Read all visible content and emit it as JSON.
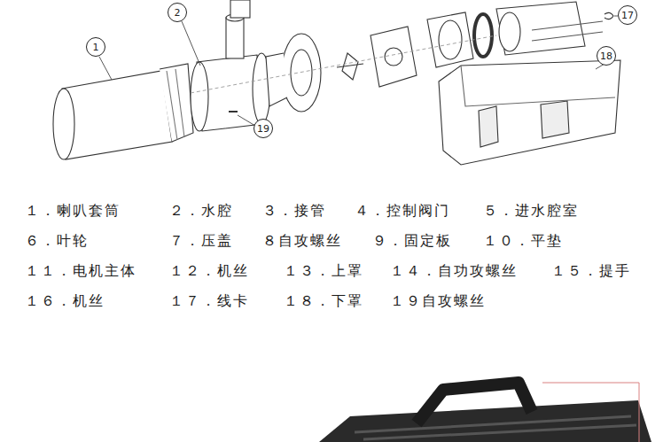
{
  "diagram": {
    "nodes": [
      {
        "text": [
          "1"
        ]
      },
      {
        "text": [
          "2"
        ]
      },
      {
        "text": [
          "17"
        ]
      },
      {
        "text": [
          "18"
        ]
      },
      {
        "text": [
          "19"
        ]
      }
    ],
    "labels": [
      "１．喇叭套筒",
      "２．水腔",
      "３．接管",
      "４．控制阀门",
      "５．进水腔室",
      "６．叶轮",
      "７．压盖",
      "８自攻螺丝",
      "９．固定板",
      "１０．平垫",
      "１１．电机主体",
      "１２．机丝",
      "１３．上罩",
      "１４．自功攻螺丝",
      "１５．提手",
      "１６．机丝",
      "１７．线卡",
      "１８．下罩",
      "１９自攻螺丝"
    ]
  }
}
